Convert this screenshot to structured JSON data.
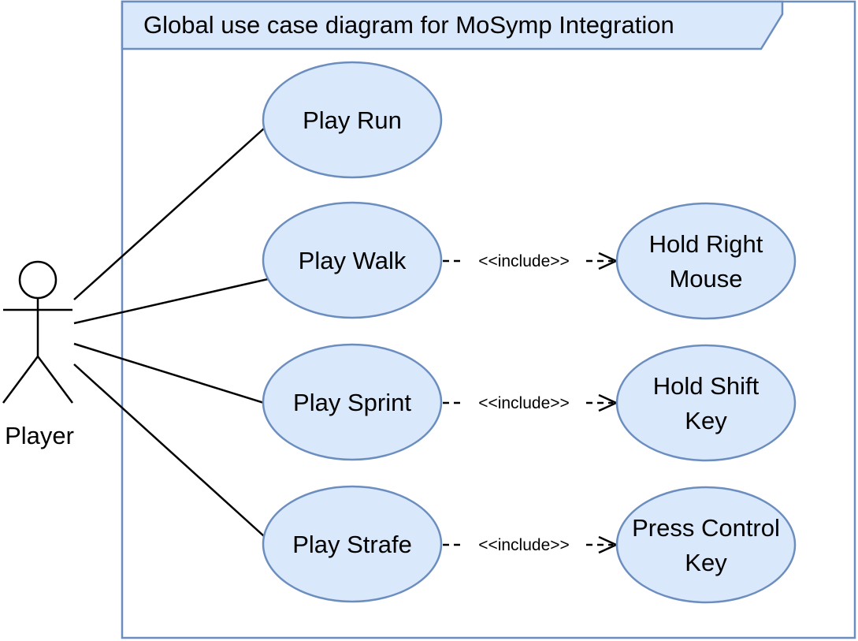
{
  "frame": {
    "title": "Global use case diagram for MoSymp Integration"
  },
  "actor": {
    "name": "Player"
  },
  "use_cases": {
    "play_run": {
      "lines": [
        "Play Run"
      ]
    },
    "play_walk": {
      "lines": [
        "Play Walk"
      ]
    },
    "play_sprint": {
      "lines": [
        "Play Sprint"
      ]
    },
    "play_strafe": {
      "lines": [
        "Play Strafe"
      ]
    },
    "hold_right_mouse": {
      "lines": [
        "Hold Right",
        "Mouse"
      ]
    },
    "hold_shift_key": {
      "lines": [
        "Hold Shift",
        "Key"
      ]
    },
    "press_control_key": {
      "lines": [
        "Press Control",
        "Key"
      ]
    }
  },
  "relations": {
    "include_label": "<<include>>"
  },
  "colors": {
    "use_case_fill": "#dae8fc",
    "use_case_stroke": "#6c8ebf",
    "line": "#000000"
  }
}
